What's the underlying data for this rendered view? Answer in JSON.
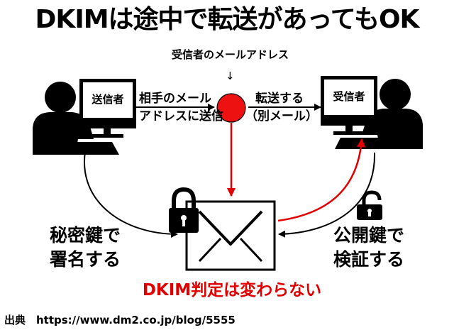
{
  "title": "DKIMは途中で転送があってもOK",
  "sender": {
    "label": "送信者"
  },
  "receiver": {
    "label": "受信者"
  },
  "send_arrow": {
    "line1": "相手のメール",
    "line2": "アドレスに送信"
  },
  "forward_arrow": {
    "line1": "転送する",
    "line2": "（別メール）"
  },
  "relay": {
    "caption": "受信者のメールアドレス",
    "pointer": "↓"
  },
  "left_action": {
    "line1": "秘密鍵で",
    "line2": "署名する"
  },
  "right_action": {
    "line1": "公開鍵で",
    "line2": "検証する"
  },
  "result": "DKIM判定は変わらない",
  "source": "出典　https://www.dm2.co.jp/blog/5555",
  "icons": {
    "sender": "person-at-computer-icon",
    "receiver": "person-at-computer-icon",
    "relay": "red-circle-node-icon",
    "envelope": "envelope-icon",
    "locked": "padlock-closed-icon",
    "unlocked": "padlock-open-icon"
  },
  "colors": {
    "text": "#000000",
    "accent_red": "#e00000",
    "relay_dot": "#ee1111",
    "background": "#ffffff"
  }
}
